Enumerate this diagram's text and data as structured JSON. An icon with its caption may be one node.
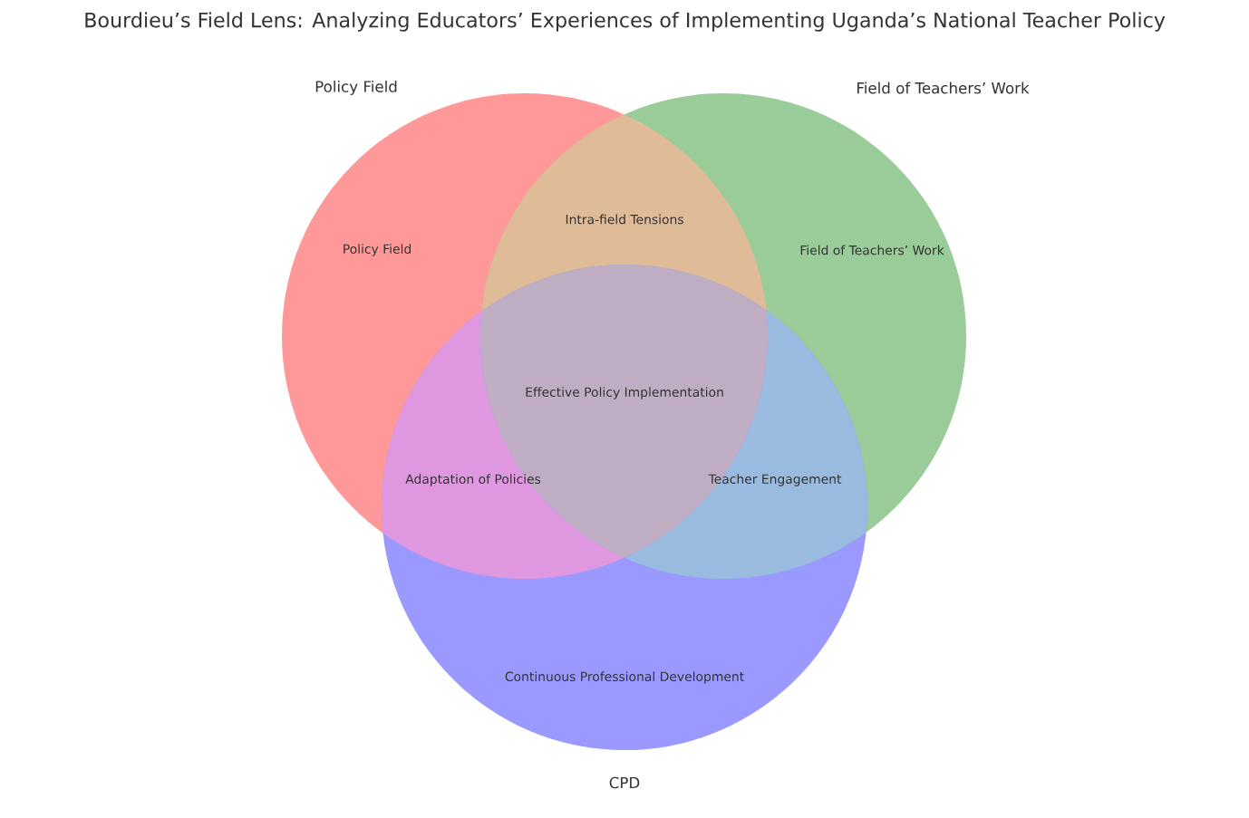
{
  "diagram": {
    "title": "Bourdieu’s Field Lens: Analyzing Educators’ Experiences of Implementing Uganda’s National Teacher Policy",
    "nodes": [
      {
        "text": [
          "Policy Field",
          "Policy Field"
        ]
      },
      {
        "text": [
          "Field of Teachers’ Work",
          "Field of Teachers’ Work"
        ]
      },
      {
        "text": [
          "Continuous Professional Development",
          "CPD"
        ]
      }
    ],
    "labels": [
      "Intra-field Tensions",
      "Effective Policy Implementation",
      "Adaptation of Policies",
      "Teacher Engagement"
    ]
  }
}
